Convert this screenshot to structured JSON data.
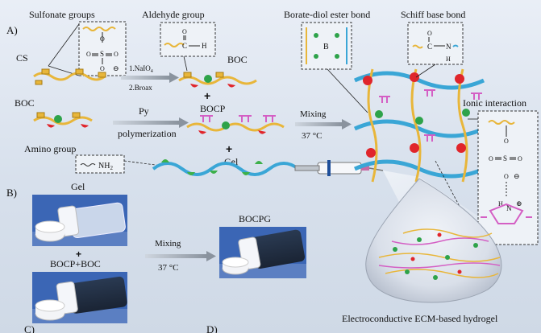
{
  "panels": {
    "a": "A)",
    "b": "B)",
    "c": "C)",
    "d": "D)"
  },
  "labels": {
    "sulfonate_groups": "Sulfonate groups",
    "aldehyde_group": "Aldehyde group",
    "borate_bond": "Borate-diol ester bond",
    "schiff_bond": "Schiff base bond",
    "ionic_interaction": "Ionic interaction",
    "cs": "CS",
    "boc_top": "BOC",
    "boc_left": "BOC",
    "bocp": "BOCP",
    "gel_mid": "Gel",
    "amino_group": "Amino group",
    "amino_formula": "NH",
    "amino_sub": "2",
    "gel_photo": "Gel",
    "bocp_boc": "BOCP+BOC",
    "bocpg": "BOCPG",
    "hydrogel": "Electroconductive ECM-based hydrogel"
  },
  "steps": {
    "step1": "1.NaIO",
    "step1_sub": "4",
    "step2": "2.Broax",
    "py": "Py",
    "polymerization": "polymerization",
    "mixing1": "Mixing",
    "temp1": "37 °C",
    "mixing2": "Mixing",
    "temp2": "37 °C"
  },
  "chem": {
    "s": "S",
    "o": "O",
    "c": "C",
    "h": "H",
    "n": "N",
    "b": "B",
    "minus": "⊖",
    "plus": "⊕",
    "eq": "="
  },
  "colors": {
    "backbone_yellow": "#e8b63a",
    "chain_blue": "#3aa6d6",
    "bead_green": "#2ea34a",
    "cap_red": "#e0252b",
    "py_pink": "#d45fc4",
    "leaf_green": "#3db04a"
  }
}
